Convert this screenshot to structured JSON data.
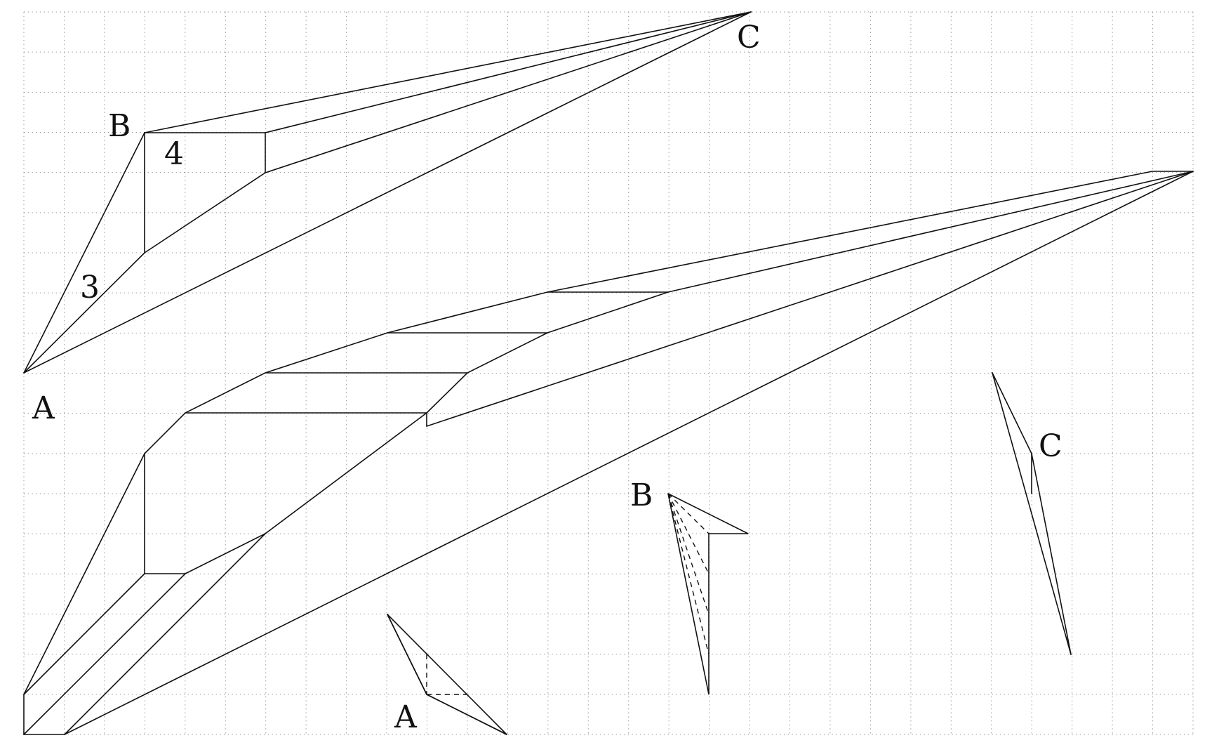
{
  "figure": {
    "labels": {
      "top_A": "A",
      "top_B": "B",
      "top_C": "C",
      "top_num_4": "4",
      "top_num_3": "3",
      "small_A": "A",
      "small_B": "B",
      "small_C": "C"
    },
    "colors": {
      "ink": "#111111",
      "grid": "#9a9a9a",
      "background": "#ffffff"
    }
  }
}
